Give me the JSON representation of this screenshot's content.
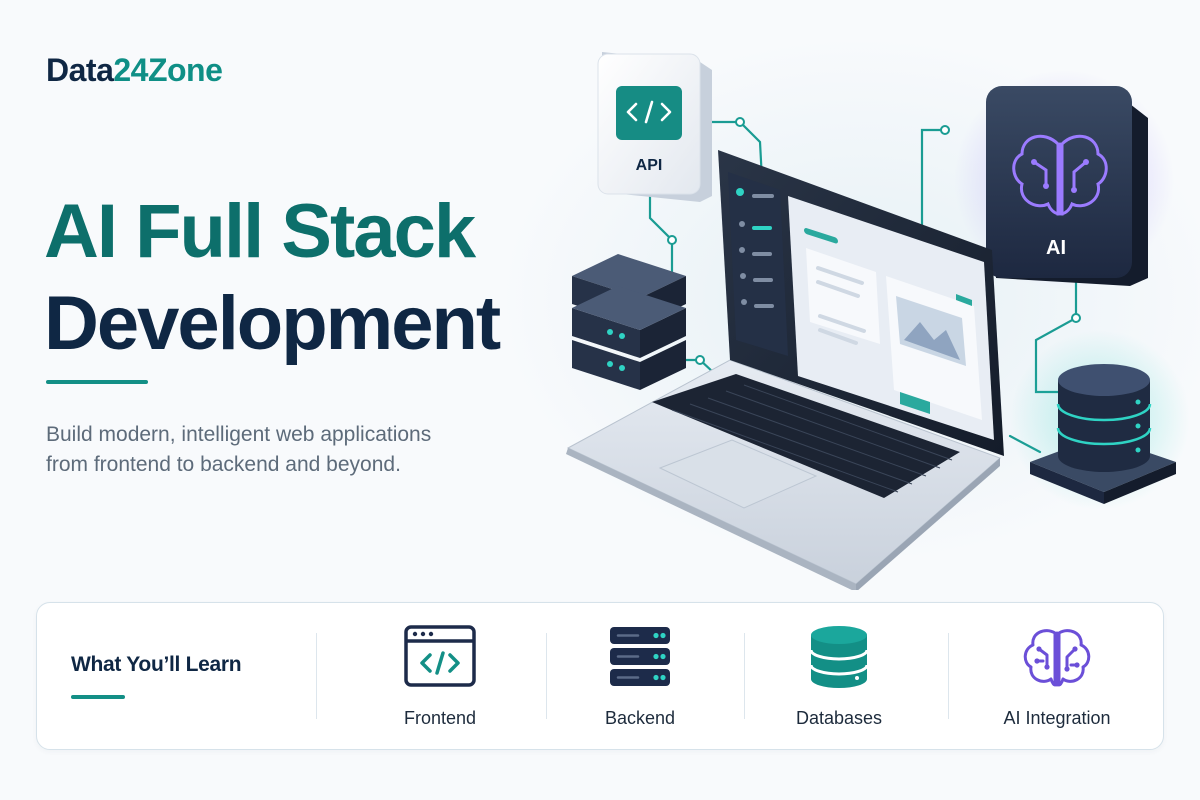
{
  "brand": {
    "name_part1": "Data",
    "name_part2": "24Zone"
  },
  "hero": {
    "title_line1": "AI Full Stack",
    "title_line2": "Development",
    "subtitle_line1": "Build modern, intelligent web applications",
    "subtitle_line2": "from frontend to backend and beyond."
  },
  "illustration": {
    "api_label": "API",
    "api_icon": "code-brackets-icon",
    "ai_label": "AI",
    "ai_icon": "brain-circuit-icon"
  },
  "learn": {
    "heading": "What You’ll Learn",
    "topics": [
      {
        "label": "Frontend",
        "icon": "browser-code-icon"
      },
      {
        "label": "Backend",
        "icon": "server-stack-icon"
      },
      {
        "label": "Databases",
        "icon": "database-icon"
      },
      {
        "label": "AI Integration",
        "icon": "brain-circuit-icon"
      }
    ]
  },
  "colors": {
    "navy": "#0f2744",
    "teal": "#0f8f86",
    "teal_dark": "#0d6f6b",
    "purple": "#6b4fd8",
    "text_muted": "#5d6b7a"
  }
}
